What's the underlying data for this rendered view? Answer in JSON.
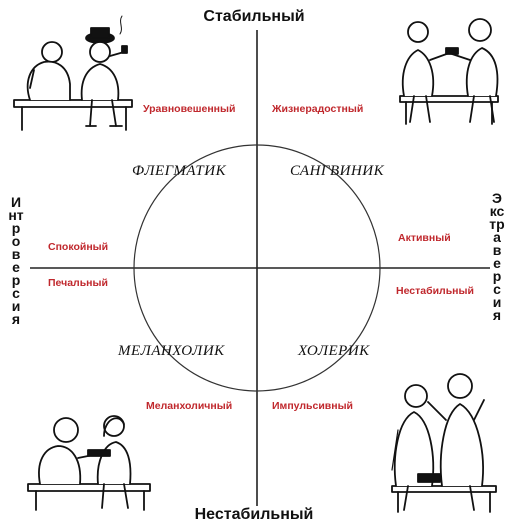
{
  "axes": {
    "top": "Стабильный",
    "bottom": "Нестабильный",
    "left": "Интроверсия",
    "right": "Экстраверсия"
  },
  "quadrants": {
    "top_left": {
      "temperament": "ФЛЕГМАТИК",
      "traits": [
        "Уравновешенный",
        "Спокойный"
      ]
    },
    "top_right": {
      "temperament": "САНГВИНИК",
      "traits": [
        "Жизнерадостный",
        "Активный"
      ]
    },
    "bottom_left": {
      "temperament": "МЕЛАНХОЛИК",
      "traits": [
        "Печальный",
        "Меланхоличный"
      ]
    },
    "bottom_right": {
      "temperament": "ХОЛЕРИК",
      "traits": [
        "Нестабильный",
        "Импульсивный"
      ]
    }
  },
  "illustrations": [
    {
      "name": "phlegmatic-illustration",
      "quadrant": "top-left"
    },
    {
      "name": "sanguine-illustration",
      "quadrant": "top-right"
    },
    {
      "name": "melancholic-illustration",
      "quadrant": "bottom-left"
    },
    {
      "name": "choleric-illustration",
      "quadrant": "bottom-right"
    }
  ],
  "colors": {
    "trait_text": "#c0282d",
    "axis_text": "#111111",
    "lines": "#222222"
  }
}
